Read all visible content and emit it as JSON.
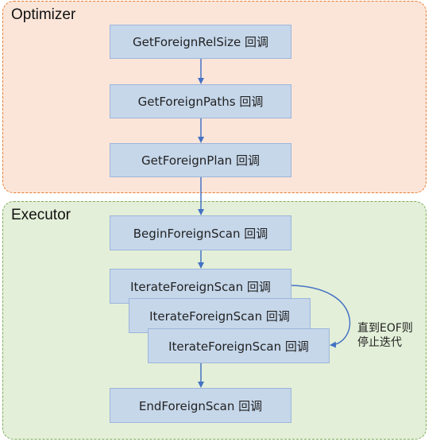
{
  "groups": {
    "optimizer": {
      "title": "Optimizer"
    },
    "executor": {
      "title": "Executor"
    }
  },
  "boxes": {
    "get_foreign_rel_size": "GetForeignRelSize 回调",
    "get_foreign_paths": "GetForeignPaths 回调",
    "get_foreign_plan": "GetForeignPlan 回调",
    "begin_foreign_scan": "BeginForeignScan 回调",
    "iterate_1": "IterateForeignScan 回调",
    "iterate_2": "IterateForeignScan 回调",
    "iterate_3": "IterateForeignScan 回调",
    "end_foreign_scan": "EndForeignScan 回调"
  },
  "loop_note": {
    "line1": "直到EOF则",
    "line2": "停止迭代"
  },
  "colors": {
    "optimizer_fill": "#fbe5d9",
    "optimizer_border": "#e67e31",
    "executor_fill": "#e3efd8",
    "executor_border": "#7fac5c",
    "box_fill": "#c6d7ea",
    "box_border": "#9db5db",
    "arrow": "#4472c4"
  }
}
